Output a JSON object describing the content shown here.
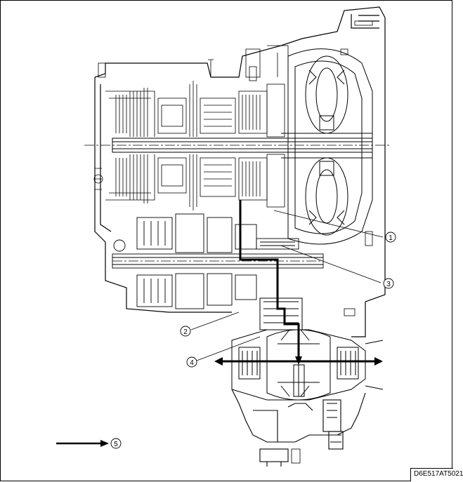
{
  "callouts": [
    {
      "id": "1",
      "label": "①"
    },
    {
      "id": "2",
      "label": "②"
    },
    {
      "id": "3",
      "label": "③"
    },
    {
      "id": "4",
      "label": "④"
    },
    {
      "id": "5",
      "label": "⑤"
    }
  ],
  "figure_code": "D6E517AT5021",
  "colors": {
    "line": "#000000",
    "background": "#ffffff"
  }
}
